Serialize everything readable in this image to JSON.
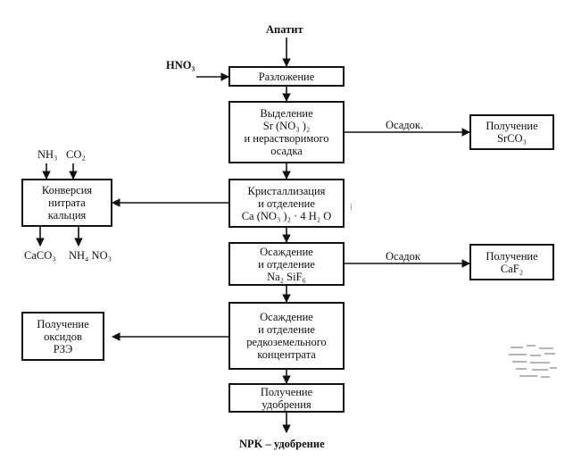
{
  "boxes": {
    "decomposition": {
      "lines": [
        "Разложение"
      ]
    },
    "sr_separation": {
      "lines": [
        "Выделение",
        "Sr (NO₃ )₂",
        "и нерастворимого",
        "осадка"
      ]
    },
    "crystallization": {
      "lines": [
        "Кристаллизация",
        "и отделение",
        "Ca (NO₃ )₂ · 4 H₂ O"
      ]
    },
    "na2sif6": {
      "lines": [
        "Осаждение",
        "и отделение",
        "Na₂ SiF₆"
      ]
    },
    "ree_concentrate": {
      "lines": [
        "Осаждение",
        "и отделение",
        "редкоземельного",
        "концентрата"
      ]
    },
    "fertilizer": {
      "lines": [
        "Получение",
        "удобрения"
      ]
    },
    "srco3": {
      "lines": [
        "Получение",
        "SrCO₃"
      ]
    },
    "caf2": {
      "lines": [
        "Получение",
        "CaF₂"
      ]
    },
    "conversion": {
      "lines": [
        "Конверсия",
        "нитрата",
        "кальция"
      ]
    },
    "ree_oxides": {
      "lines": [
        "Получение",
        "оксидов",
        "РЗЭ"
      ]
    }
  },
  "labels": {
    "apatite": "Апатит",
    "hno3": "HNO₃",
    "precipitate1": "Осадок.",
    "precipitate2": "Осадок",
    "nh3": "NH₃",
    "co2": "CO₂",
    "caco3": "CaCO₃",
    "nh4no3": "NH₄ NO₃",
    "npk": "NPK  –  удобрение"
  }
}
